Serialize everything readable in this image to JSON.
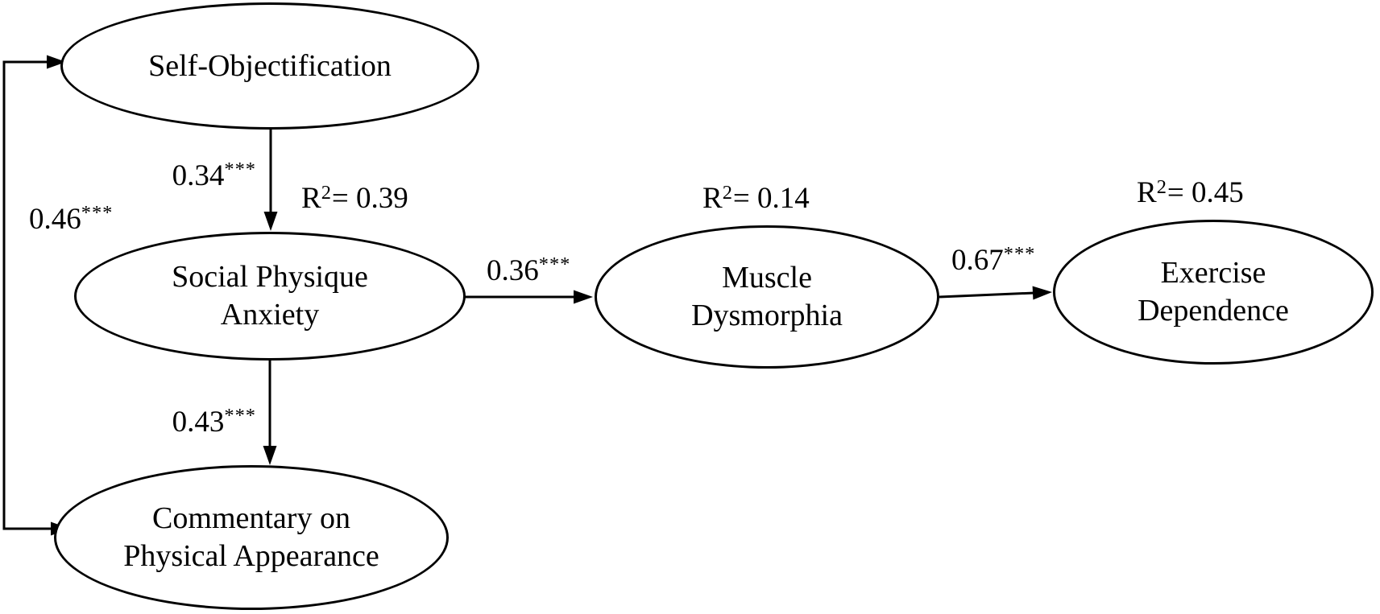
{
  "diagram": {
    "nodes": {
      "self_objectification": {
        "label": "Self-Objectification"
      },
      "social_physique_anxiety": {
        "line1": "Social Physique",
        "line2": "Anxiety"
      },
      "commentary_physical_appearance": {
        "line1": "Commentary on",
        "line2": "Physical Appearance"
      },
      "muscle_dysmorphia": {
        "line1": "Muscle",
        "line2": "Dysmorphia"
      },
      "exercise_dependence": {
        "line1": "Exercise",
        "line2": "Dependence"
      }
    },
    "paths": {
      "so_to_spa": {
        "value": "0.34",
        "sig": "***"
      },
      "spa_to_md": {
        "value": "0.36",
        "sig": "***"
      },
      "md_to_ed": {
        "value": "0.67",
        "sig": "***"
      },
      "spa_to_cpa": {
        "value": "0.43",
        "sig": "***"
      },
      "so_with_cpa_covariance": {
        "value": "0.46",
        "sig": "***"
      }
    },
    "r_squared": {
      "social_physique_anxiety": {
        "base": "R",
        "sup": "2",
        "eq": "= 0.39"
      },
      "muscle_dysmorphia": {
        "base": "R",
        "sup": "2",
        "eq": "= 0.14"
      },
      "exercise_dependence": {
        "base": "R",
        "sup": "2",
        "eq": "= 0.45"
      }
    },
    "colors": {
      "stroke": "#000000",
      "text": "#000000",
      "background": "#ffffff"
    }
  }
}
